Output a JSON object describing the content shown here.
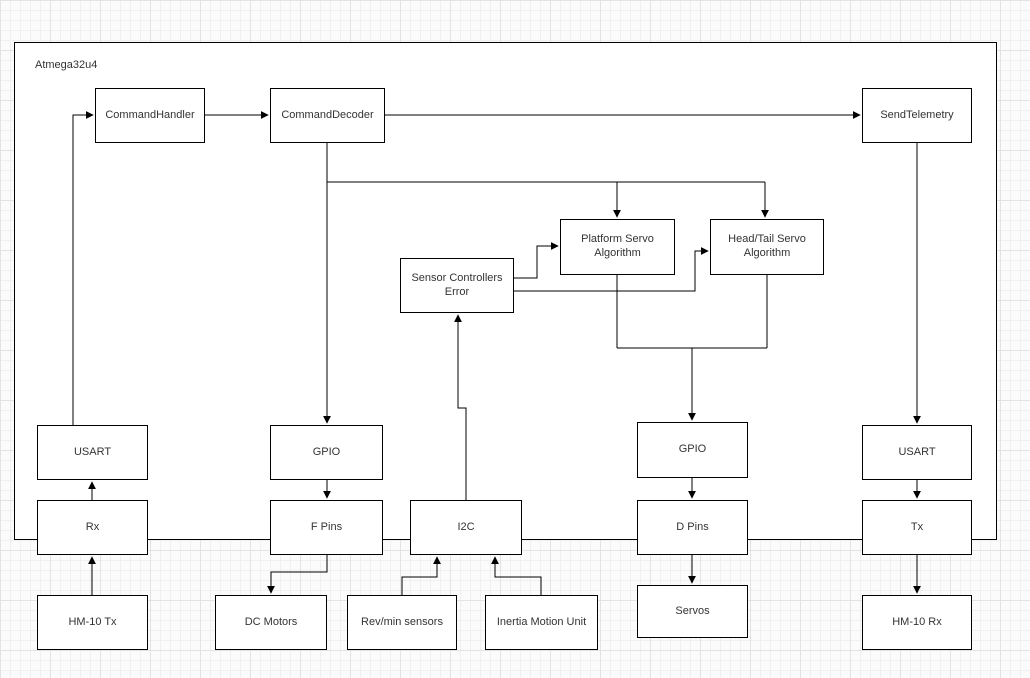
{
  "diagram": {
    "title": "Atmega32u4",
    "nodes": {
      "command_handler": "CommandHandler",
      "command_decoder": "CommandDecoder",
      "send_telemetry": "SendTelemetry",
      "platform_servo_algorithm": "Platform Servo Algorithm",
      "head_tail_servo_algorithm": "Head/Tail Servo Algorithm",
      "sensor_controllers_error": "Sensor Controllers Error",
      "usart_left": "USART",
      "gpio_left": "GPIO",
      "gpio_right": "GPIO",
      "usart_right": "USART",
      "rx": "Rx",
      "f_pins": "F Pins",
      "i2c": "I2C",
      "d_pins": "D Pins",
      "tx": "Tx",
      "hm10_tx": "HM-10 Tx",
      "dc_motors": "DC Motors",
      "rev_min_sensors": "Rev/min sensors",
      "inertia_motion_unit": "Inertia Motion Unit",
      "servos": "Servos",
      "hm10_rx": "HM-10 Rx"
    },
    "colors": {
      "background": "#fbfbfb",
      "grid_minor": "#f0f0f0",
      "grid_major": "#e3e3e3",
      "node_fill": "#ffffff",
      "node_border": "#000000",
      "edge": "#000000",
      "text": "#333333"
    }
  }
}
